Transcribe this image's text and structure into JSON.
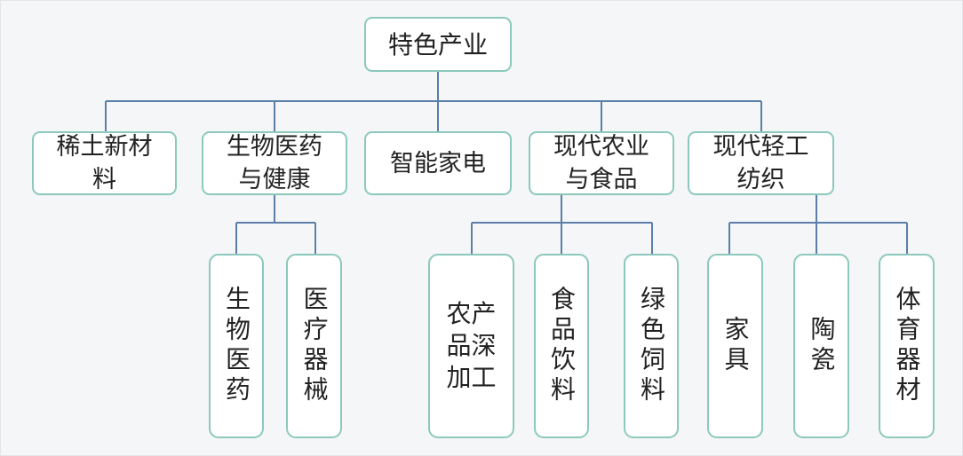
{
  "root": {
    "label": "特色产业"
  },
  "categories": [
    {
      "lines": [
        "稀土新材",
        "料"
      ]
    },
    {
      "lines": [
        "生物医药",
        "与健康"
      ],
      "children": [
        {
          "label": "生物医药"
        },
        {
          "label": "医疗器械"
        }
      ]
    },
    {
      "lines": [
        "智能家电"
      ]
    },
    {
      "lines": [
        "现代农业",
        "与食品"
      ],
      "children": [
        {
          "lines": [
            "农产",
            "品深",
            "加工"
          ]
        },
        {
          "label": "食品饮料"
        },
        {
          "label": "绿色饲料"
        }
      ]
    },
    {
      "lines": [
        "现代轻工",
        "纺织"
      ],
      "children": [
        {
          "label": "家具"
        },
        {
          "label": "陶瓷"
        },
        {
          "label": "体育器材"
        }
      ]
    }
  ],
  "colors": {
    "background": "#f5f6f8",
    "box_fill": "#ffffff",
    "box_border": "#8cc9bc",
    "connector": "#5b7fa8",
    "text": "#222222"
  }
}
